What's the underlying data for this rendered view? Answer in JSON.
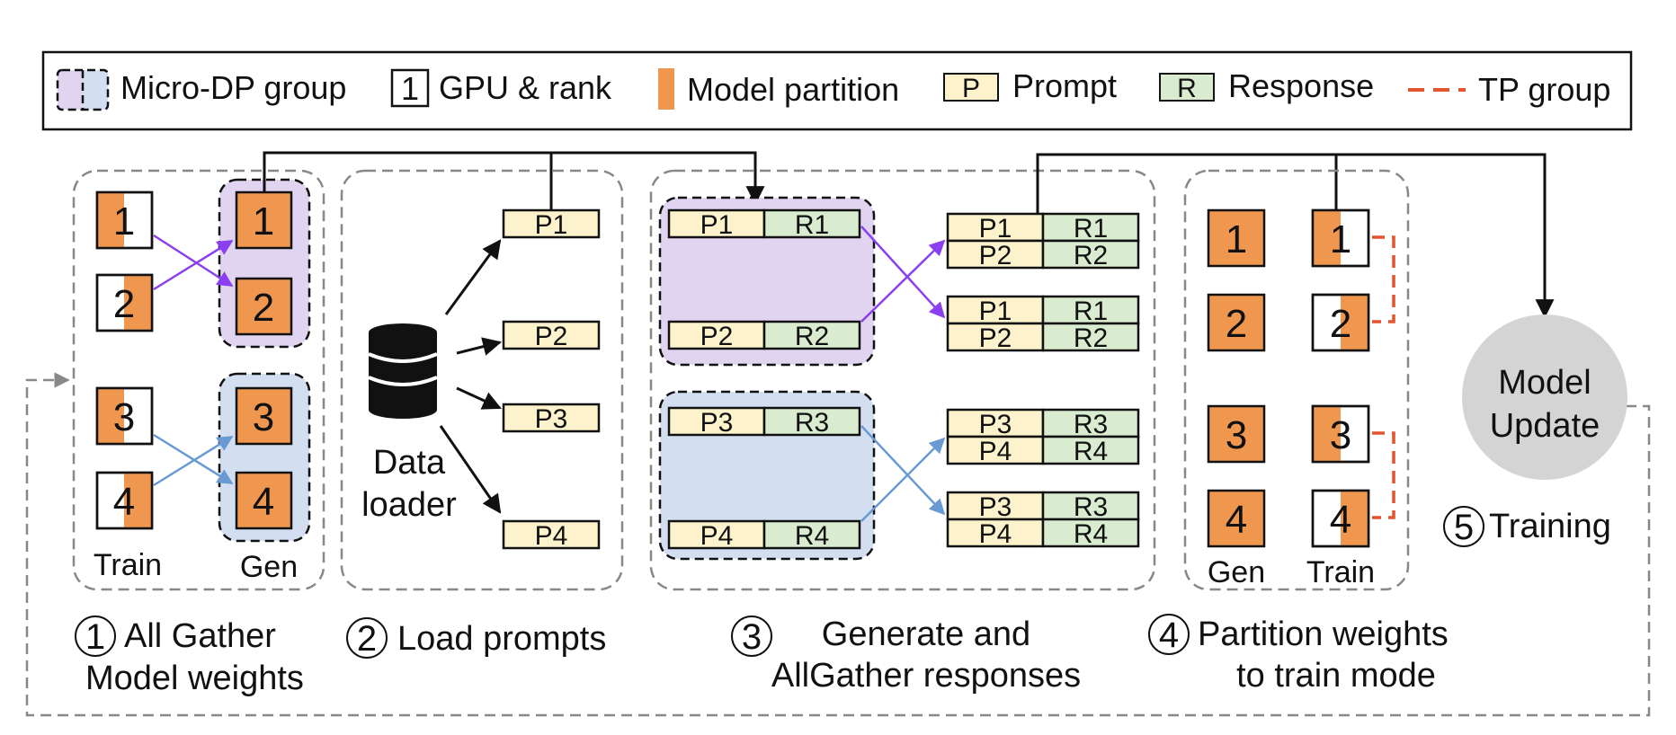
{
  "legend": {
    "micro_dp": "Micro-DP group",
    "gpu_rank_badge": "1",
    "gpu_rank": "GPU & rank",
    "model_partition": "Model partition",
    "prompt_badge": "P",
    "prompt": "Prompt",
    "response_badge": "R",
    "response": "Response",
    "tp_group": "TP group"
  },
  "stage1": {
    "train_ranks": [
      "1",
      "2",
      "3",
      "4"
    ],
    "gen_ranks": [
      "1",
      "2",
      "3",
      "4"
    ],
    "train_label": "Train",
    "gen_label": "Gen",
    "step_number": "1",
    "caption_line1": "All Gather",
    "caption_line2": "Model weights"
  },
  "stage2": {
    "loader_line1": "Data",
    "loader_line2": "loader",
    "prompts": [
      "P1",
      "P2",
      "P3",
      "P4"
    ],
    "step_number": "2",
    "caption": "Load prompts"
  },
  "stage3": {
    "group_a": [
      {
        "prompt": "P1",
        "response": "R1"
      },
      {
        "prompt": "P2",
        "response": "R2"
      }
    ],
    "group_b": [
      {
        "prompt": "P3",
        "response": "R3"
      },
      {
        "prompt": "P4",
        "response": "R4"
      }
    ],
    "gathered": [
      [
        {
          "prompt": "P1",
          "response": "R1"
        },
        {
          "prompt": "P2",
          "response": "R2"
        }
      ],
      [
        {
          "prompt": "P1",
          "response": "R1"
        },
        {
          "prompt": "P2",
          "response": "R2"
        }
      ],
      [
        {
          "prompt": "P3",
          "response": "R3"
        },
        {
          "prompt": "P4",
          "response": "R4"
        }
      ],
      [
        {
          "prompt": "P3",
          "response": "R3"
        },
        {
          "prompt": "P4",
          "response": "R4"
        }
      ]
    ],
    "step_number": "3",
    "caption_line1": "Generate and",
    "caption_line2": "AllGather responses"
  },
  "stage4": {
    "gen_ranks": [
      "1",
      "2",
      "3",
      "4"
    ],
    "train_ranks": [
      "1",
      "2",
      "3",
      "4"
    ],
    "gen_label": "Gen",
    "train_label": "Train",
    "step_number": "4",
    "caption_line1": "Partition weights",
    "caption_line2": "to train mode"
  },
  "stage5": {
    "update_line1": "Model",
    "update_line2": "Update",
    "step_number": "5",
    "caption": "Training"
  },
  "colors": {
    "partition": "#f0974f",
    "prompt_fill": "#fcf2cc",
    "response_fill": "#d9eccf",
    "micro_dp_purple": "#e0d4f0",
    "micro_dp_blue": "#d3dff0",
    "tp_group": "#e2552e",
    "arrow_purple": "#8a3ff0",
    "arrow_blue": "#6a9ad4",
    "model_update": "#d4d4d4"
  }
}
